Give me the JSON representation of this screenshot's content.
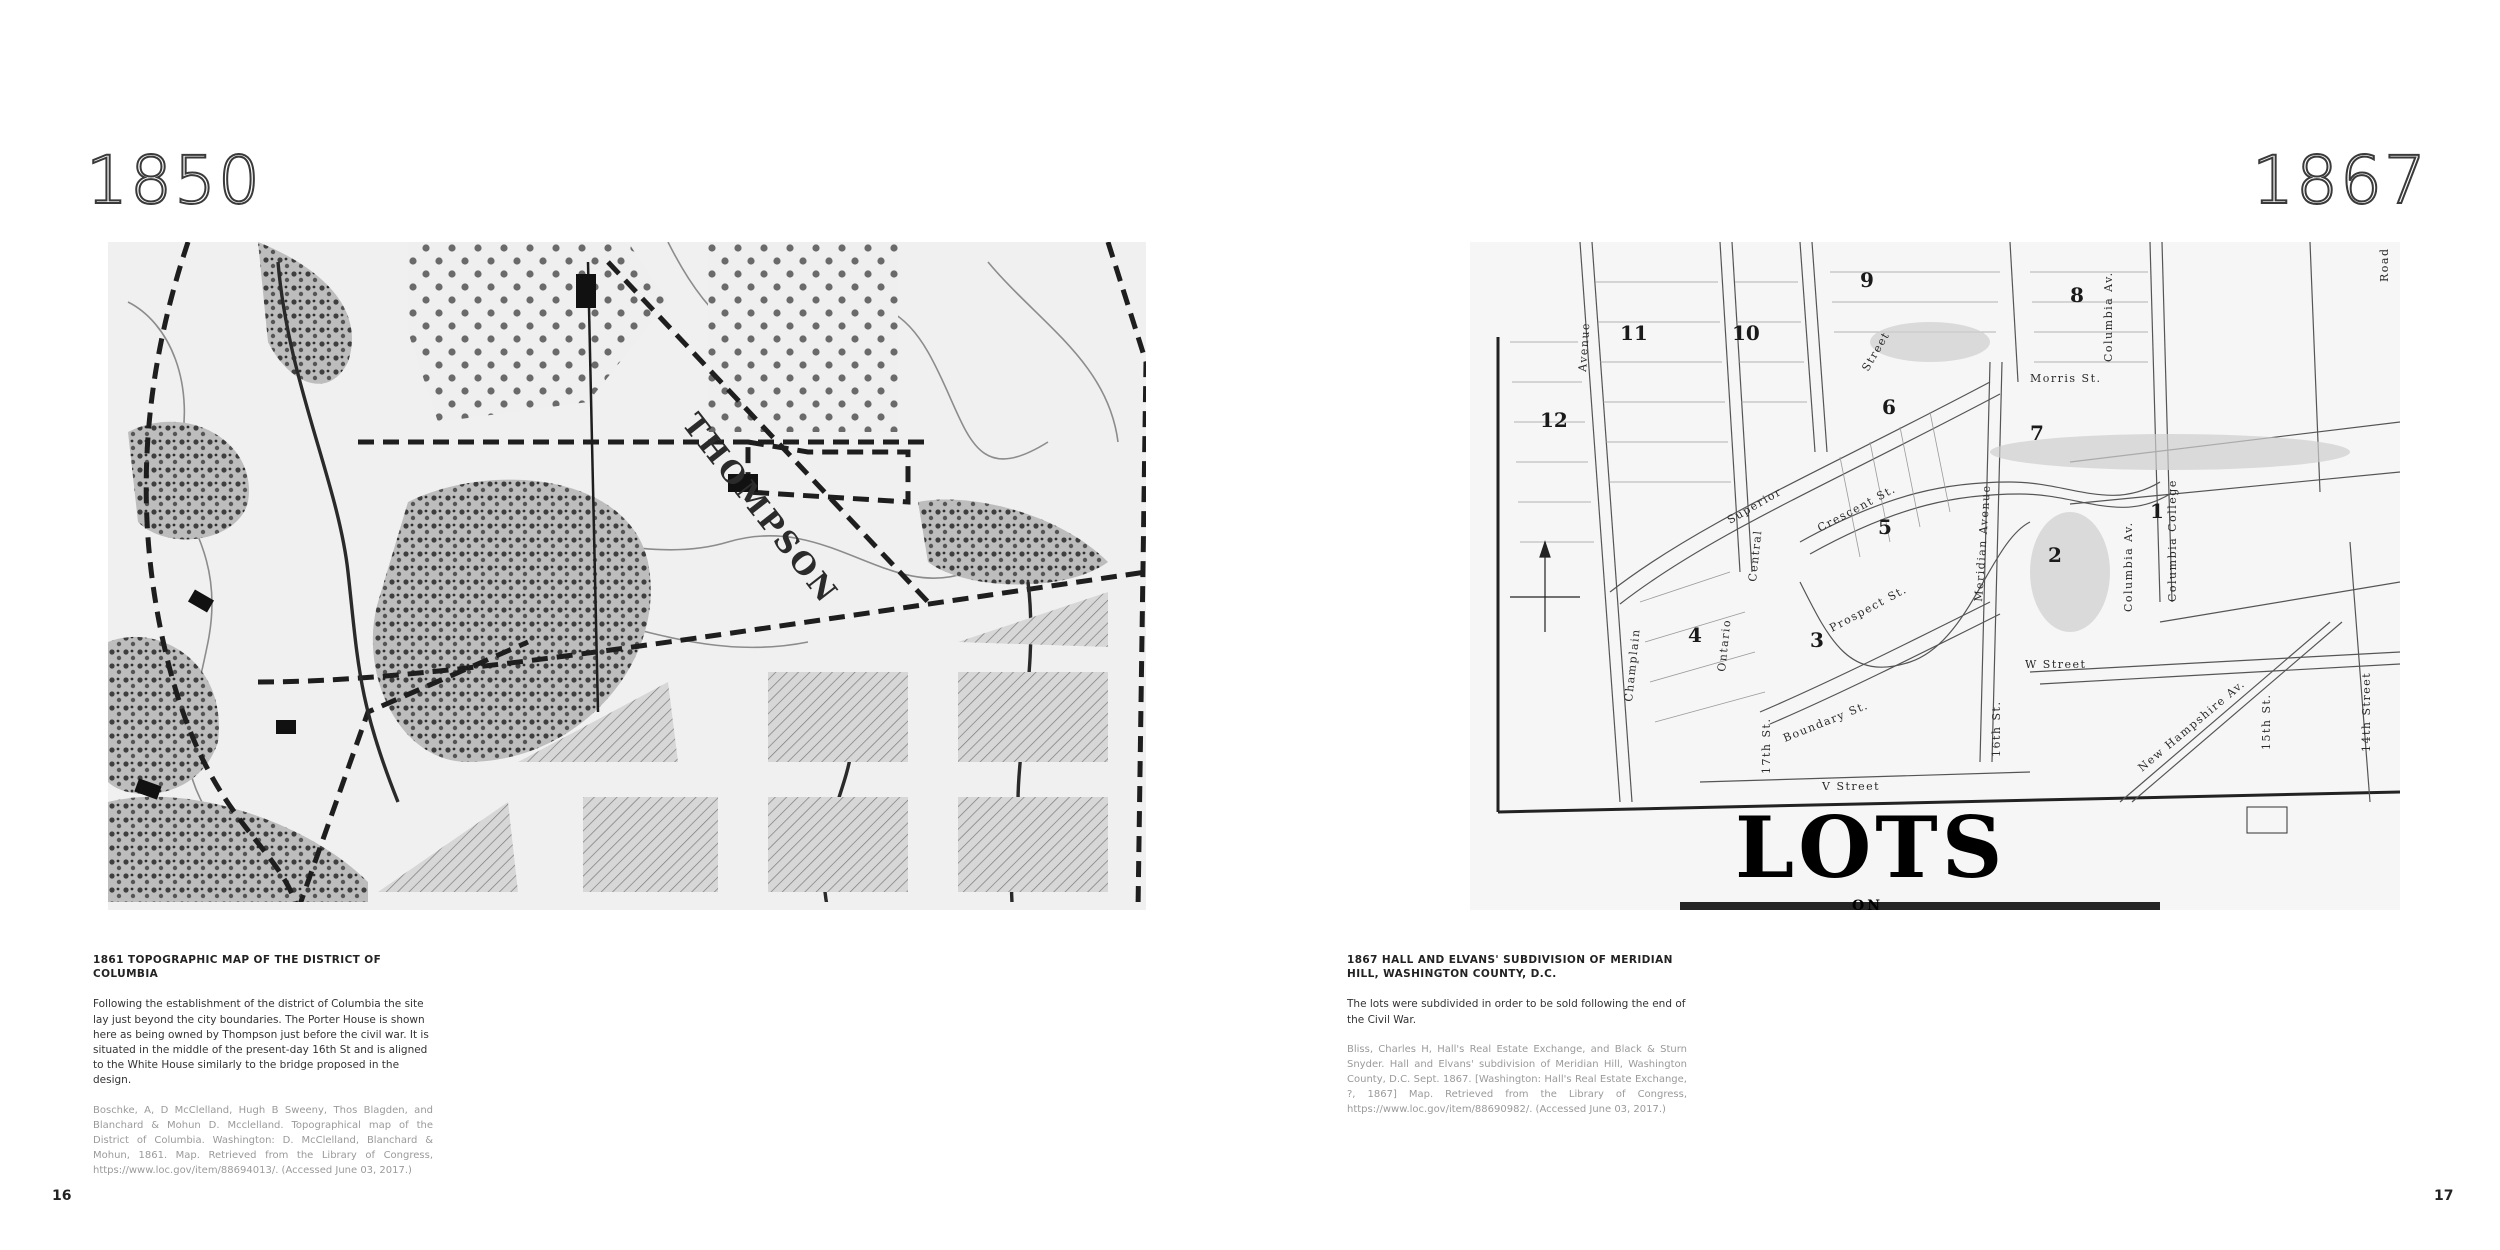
{
  "left_page": {
    "year": "1850",
    "caption_title": "1861 Topographic Map of the District of Columbia",
    "caption_body": "Following the establishment of the district of Columbia the site lay just beyond the city boundaries. The Porter House is shown here as being owned by Thompson just before the civil war. It is situated in the middle of the present-day 16th St and is aligned to the White House similarly to the bridge proposed in the design.",
    "citation": "Boschke, A, D McClelland, Hugh B Sweeny, Thos Blagden, and Blanchard & Mohun D. Mcclelland. Topographical map of the District of Columbia. Washington: D. McClelland, Blanchard & Mohun, 1861. Map. Retrieved from the Library of Congress, https://www.loc.gov/item/88694013/. (Accessed June 03, 2017.)",
    "page_number": "16",
    "map_labels": {
      "owner_name": "THOMPSON"
    }
  },
  "right_page": {
    "year": "1867",
    "caption_title": "1867 Hall and Elvans' Subdivision of Meridian Hill, Washington County, D.C.",
    "caption_body": "The lots were subdivided in order to be sold following the end of the Civil War.",
    "citation": "Bliss, Charles H, Hall's Real Estate Exchange, and Black & Sturn Snyder. Hall and Elvans' subdivision of Meridian Hill, Washington County, D.C. Sept. 1867. [Washington: Hall's Real Estate Exchange, ?, 1867] Map. Retrieved from the Library of Congress, https://www.loc.gov/item/88690982/. (Accessed June 03, 2017.)",
    "page_number": "17",
    "map_labels": {
      "banner": "LOTS",
      "banner_sub": "ON",
      "block_numbers": [
        "9",
        "8",
        "11",
        "10",
        "12",
        "6",
        "7",
        "5",
        "4",
        "1",
        "2",
        "3"
      ],
      "streets": {
        "columbia_av": "Columbia Av.",
        "columbia_college": "Columbia College",
        "morris_st": "Morris St.",
        "meridian_avenue": "Meridian Avenue",
        "crescent_st": "Crescent St.",
        "prospect_st": "Prospect St.",
        "superior": "Superior",
        "central": "Central",
        "ontario": "Ontario",
        "champlain": "Champlain",
        "boundary_st": "Boundary St.",
        "w_street": "W Street",
        "v_street": "V Street",
        "new_hampshire": "New Hampshire Av.",
        "fourteenth_street": "14th Street",
        "avenue": "Avenue",
        "street": "Street",
        "seventeenth": "17th St.",
        "fifteenth": "15th St.",
        "sixteenth": "16th St.",
        "road": "Road"
      }
    }
  }
}
